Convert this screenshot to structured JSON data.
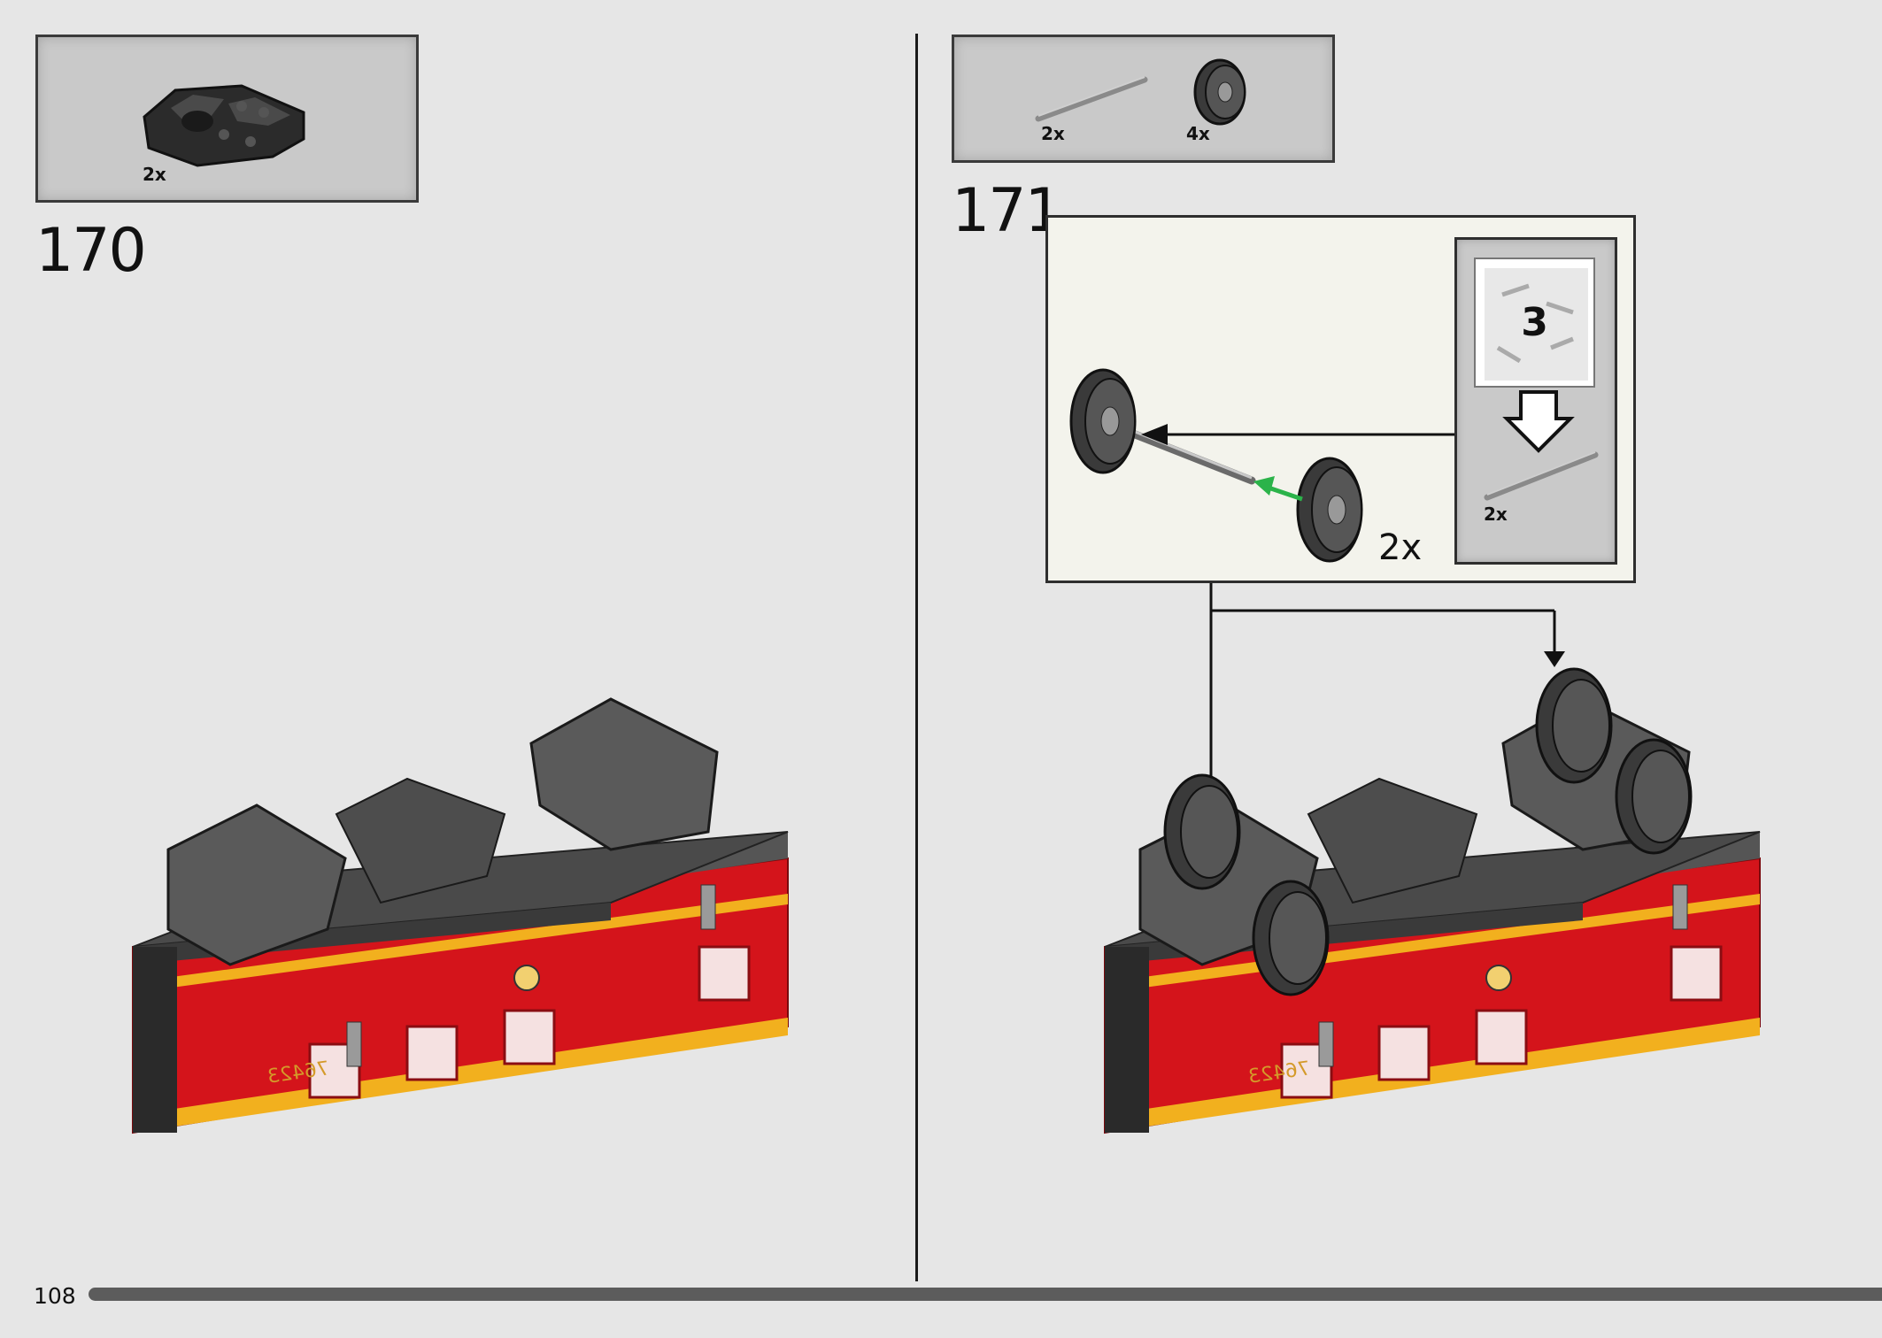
{
  "page": {
    "number": "108"
  },
  "step170": {
    "number": "170",
    "parts": [
      {
        "name": "black-mudguard-plate",
        "qty": "2x"
      }
    ]
  },
  "step171": {
    "number": "171",
    "parts": [
      {
        "name": "grey-axle",
        "qty": "2x"
      },
      {
        "name": "train-wheel",
        "qty": "4x"
      }
    ],
    "subassembly": {
      "multiplier": "2x",
      "bag": {
        "number": "3"
      },
      "inner_part": {
        "name": "grey-axle",
        "qty": "2x"
      }
    }
  },
  "model": {
    "car_label": "76423",
    "colors": {
      "body": "#d4141b",
      "stripe": "#f2b01e",
      "roof": "#4a4a4a",
      "window": "#f5e1e1"
    }
  },
  "colors": {
    "arrow_green": "#2bb34a",
    "background": "#e6e6e6"
  }
}
